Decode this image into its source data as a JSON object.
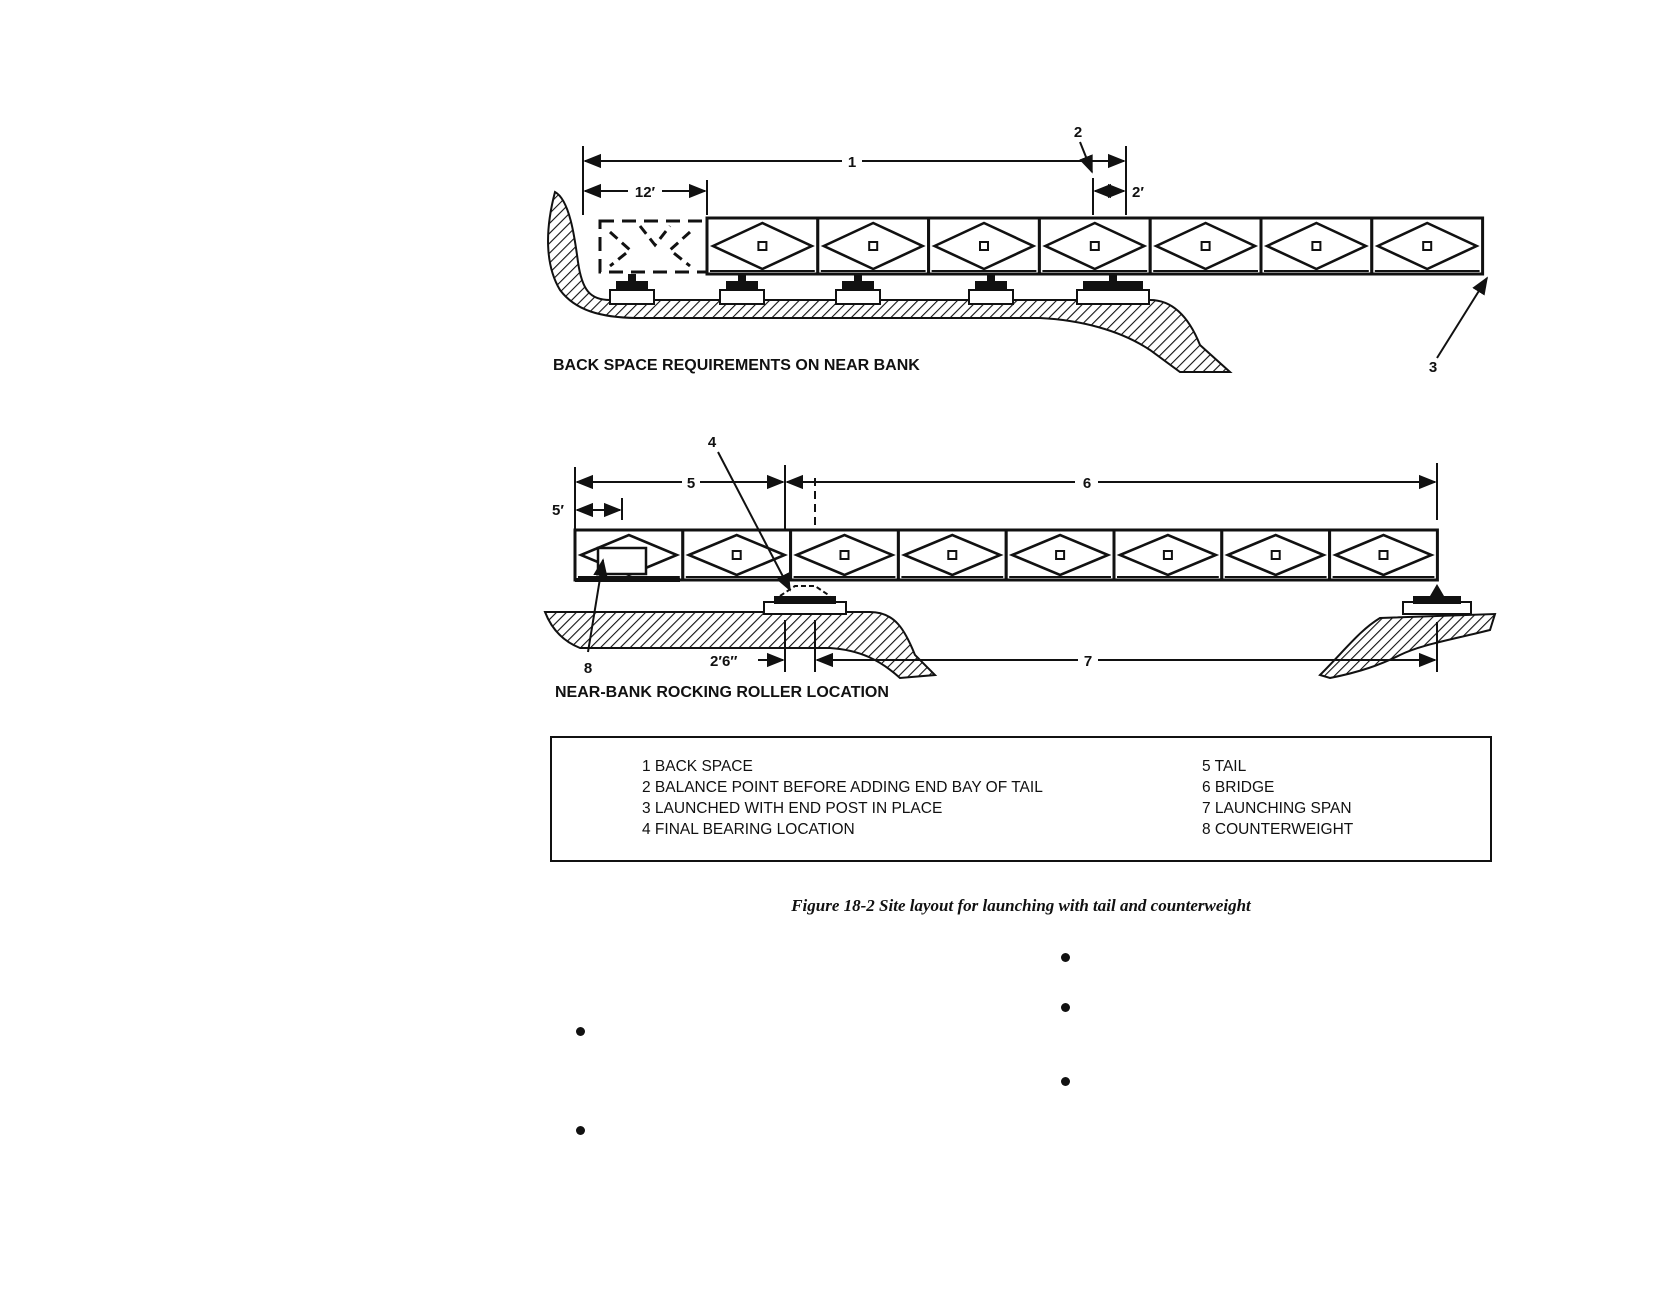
{
  "top_diagram": {
    "title": "BACK SPACE REQUIREMENTS ON NEAR BANK",
    "callouts": [
      "1",
      "2",
      "3"
    ],
    "dimensions": [
      "12′",
      "2′"
    ]
  },
  "bottom_diagram": {
    "title": "NEAR-BANK ROCKING ROLLER LOCATION",
    "callouts": [
      "4",
      "5",
      "6",
      "7",
      "8"
    ],
    "dimensions": [
      "5′",
      "2′6″"
    ]
  },
  "legend": {
    "left": [
      "1 BACK SPACE",
      "2 BALANCE POINT BEFORE ADDING END BAY OF TAIL",
      "3 LAUNCHED WITH END POST IN PLACE",
      "4 FINAL BEARING LOCATION"
    ],
    "right": [
      "5 TAIL",
      "6 BRIDGE",
      "7 LAUNCHING SPAN",
      "8 COUNTERWEIGHT"
    ]
  },
  "caption": "Figure 18-2 Site layout for launching with tail and counterweight"
}
